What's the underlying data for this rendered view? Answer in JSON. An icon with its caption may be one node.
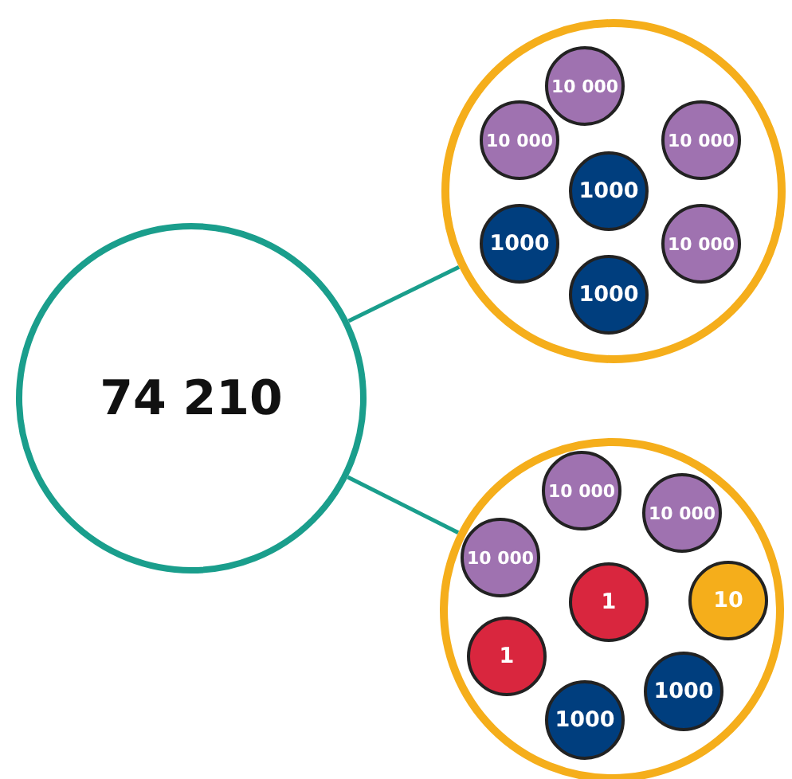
{
  "diagram": {
    "nodes": [
      {
        "text": [
          "74 210"
        ]
      },
      {
        "text": [],
        "shape": "circle"
      },
      {
        "text": [
          "10 000"
        ],
        "in": 1
      },
      {
        "text": [
          "10 000"
        ],
        "in": 1
      },
      {
        "text": [
          "10 000"
        ],
        "in": 1
      },
      {
        "text": [
          "1000"
        ],
        "in": 1
      },
      {
        "text": [
          "1000"
        ],
        "in": 1
      },
      {
        "text": [
          "10 000"
        ],
        "in": 1
      },
      {
        "text": [
          "1000"
        ],
        "in": 1
      },
      {
        "text": [],
        "shape": "circle"
      },
      {
        "text": [
          "10 000"
        ],
        "in": 9
      },
      {
        "text": [
          "10 000"
        ],
        "in": 9
      },
      {
        "text": [
          "10 000"
        ],
        "in": 9
      },
      {
        "text": [
          "1"
        ],
        "in": 9
      },
      {
        "text": [
          "10"
        ],
        "in": 9
      },
      {
        "text": [
          "1"
        ],
        "in": 9
      },
      {
        "text": [
          "1000"
        ],
        "in": 9
      },
      {
        "text": [
          "1000"
        ],
        "in": 9
      }
    ],
    "edges": [
      {
        "from": 0,
        "to": 1,
        "arrow": "none"
      },
      {
        "from": 0,
        "to": 9,
        "arrow": "none"
      }
    ]
  }
}
